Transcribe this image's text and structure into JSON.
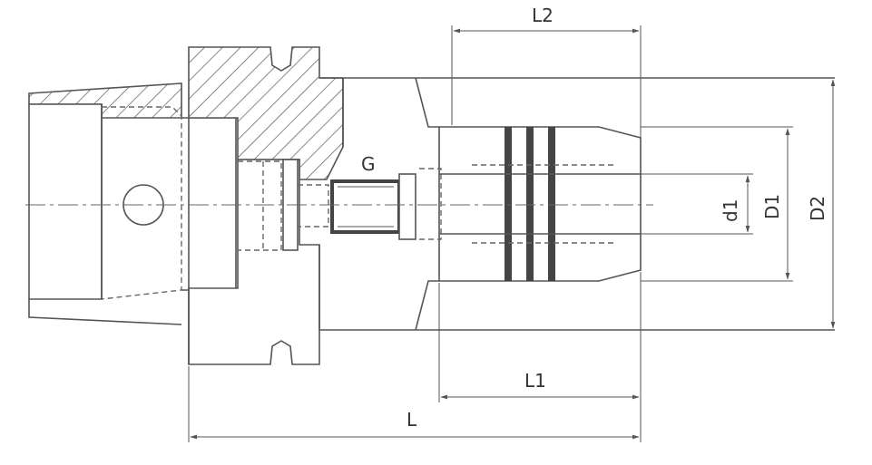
{
  "labels": {
    "L2": "L2",
    "G": "G",
    "d1": "d1",
    "D1": "D1",
    "D2": "D2",
    "L1": "L1",
    "L": "L"
  },
  "colors": {
    "line": "#555555",
    "text": "#333333",
    "background": "#ffffff"
  }
}
